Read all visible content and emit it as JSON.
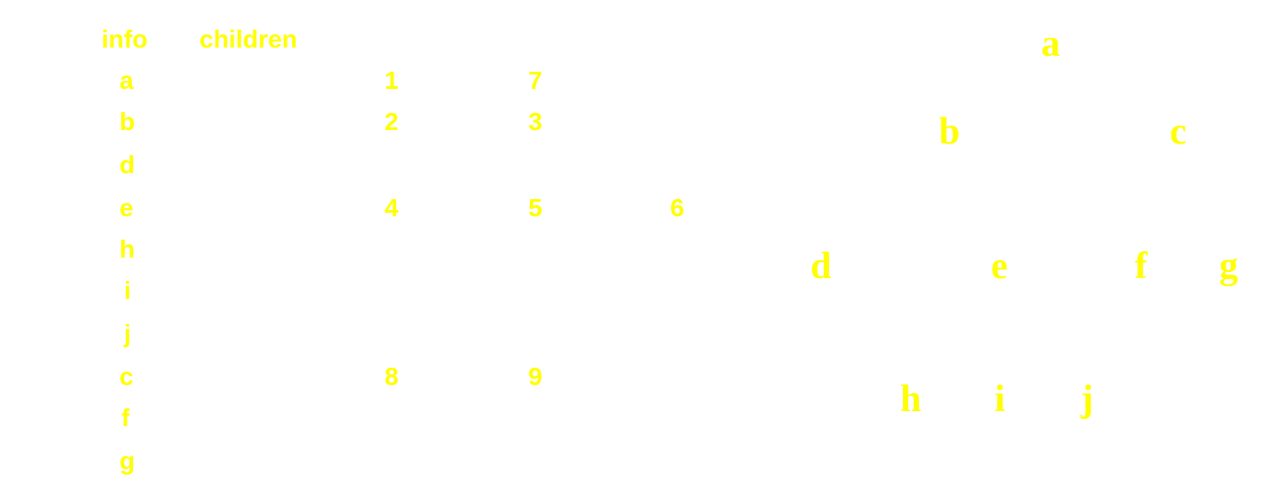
{
  "table": {
    "headers": {
      "info": "info",
      "children": "children"
    },
    "rows": [
      {
        "info": "a",
        "children": [
          "1",
          "7",
          ""
        ]
      },
      {
        "info": "b",
        "children": [
          "2",
          "3",
          ""
        ]
      },
      {
        "info": "d",
        "children": [
          "",
          "",
          ""
        ]
      },
      {
        "info": "e",
        "children": [
          "4",
          "5",
          "6"
        ]
      },
      {
        "info": "h",
        "children": [
          "",
          "",
          ""
        ]
      },
      {
        "info": "i",
        "children": [
          "",
          "",
          ""
        ]
      },
      {
        "info": "j",
        "children": [
          "",
          "",
          ""
        ]
      },
      {
        "info": "c",
        "children": [
          "8",
          "9",
          ""
        ]
      },
      {
        "info": "f",
        "children": [
          "",
          "",
          ""
        ]
      },
      {
        "info": "g",
        "children": [
          "",
          "",
          ""
        ]
      }
    ]
  },
  "tree": {
    "nodes": {
      "a": "a",
      "b": "b",
      "c": "c",
      "d": "d",
      "e": "e",
      "f": "f",
      "g": "g",
      "h": "h",
      "i": "i",
      "j": "j"
    }
  },
  "colors": {
    "text": "#ffff00",
    "background": "#ffffff"
  }
}
